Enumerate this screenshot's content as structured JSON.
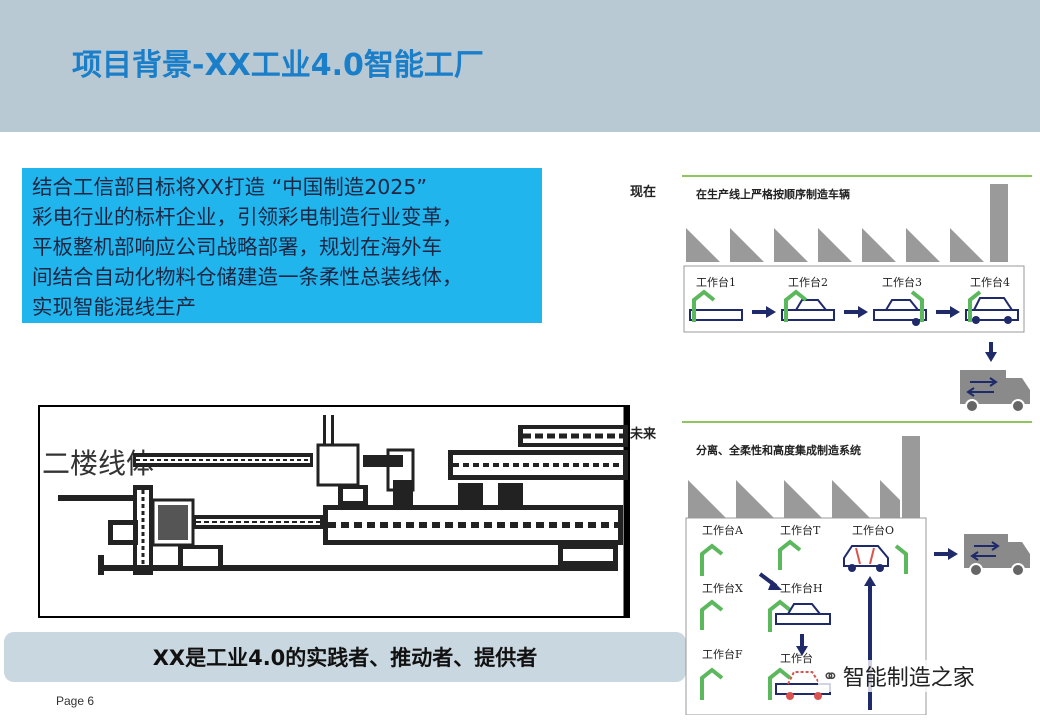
{
  "header": {
    "title": "项目背景-XX工业4.0智能工厂"
  },
  "callout": {
    "lines": [
      "结合工信部目标将XX打造 “中国制造2025”",
      "彩电行业的标杆企业，引领彩电制造行业变革，",
      "平板整机部响应公司战略部署，规划在海外车",
      "间结合自动化物料仓储建造一条柔性总装线体，",
      "实现智能混线生产"
    ]
  },
  "floorplan": {
    "label": "二楼线体"
  },
  "slogan": "XX是工业4.0的实践者、推动者、提供者",
  "footer": {
    "page": "Page 6"
  },
  "diagram": {
    "current_label": "现在",
    "current_title": "在生产线上严格按顺序制造车辆",
    "current_stations": [
      "工作台1",
      "工作台2",
      "工作台3",
      "工作台4"
    ],
    "future_label": "未来",
    "future_title": "分离、全柔性和高度集成制造系统",
    "future_stations": [
      "工作台A",
      "工作台T",
      "工作台O",
      "工作台X",
      "工作台H",
      "工作台F",
      "工作台"
    ]
  },
  "watermark": {
    "text": "智能制造之家",
    "icon": "wechat-icon"
  },
  "colors": {
    "title": "#1a7fc8",
    "callout_bg": "#21b5ee",
    "banner": "#b9c9d4",
    "arrow": "#1f2a6b",
    "station_green": "#5cb85c"
  }
}
